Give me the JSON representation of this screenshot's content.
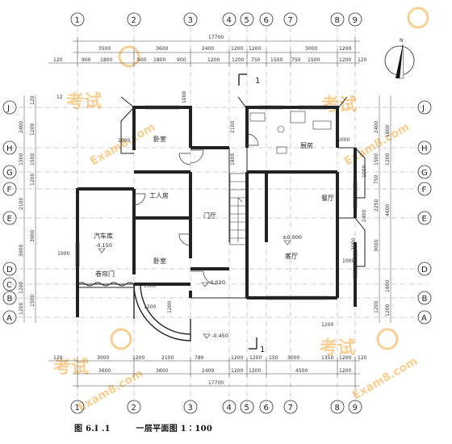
{
  "caption": {
    "fig_no": "图 6.I .1",
    "title": "一层平面图 1∶100"
  },
  "grid_top": [
    "1",
    "2",
    "3",
    "4",
    "5",
    "6",
    "7",
    "8",
    "9"
  ],
  "grid_bottom": [
    "1",
    "2",
    "3",
    "4",
    "5",
    "6",
    "7",
    "8",
    "9"
  ],
  "grid_left": [
    "J",
    "H",
    "G",
    "F",
    "E",
    "D",
    "C",
    "B",
    "A"
  ],
  "grid_right": [
    "J",
    "H",
    "G",
    "F",
    "E",
    "D",
    "B",
    "A"
  ],
  "dims": {
    "top_total": "17700",
    "top_axis": [
      "3500",
      "3600",
      "2400",
      "1200",
      "1200",
      "3000",
      "1200"
    ],
    "top_detail": [
      "120",
      "900",
      "1800",
      "900",
      "1800",
      "900",
      "1200",
      "1200",
      "750",
      "1500",
      "750",
      "1500",
      "1200",
      "120"
    ],
    "bottom_total": "17700",
    "bottom_axis": [
      "3600",
      "3600",
      "2400",
      "1200",
      "1200",
      "4500",
      "1200"
    ],
    "bottom_detail": [
      "120",
      "3000",
      "1200",
      "2100",
      "780",
      "1200",
      "1200",
      "150",
      "3000",
      "1350",
      "1200",
      "120"
    ],
    "left_a": [
      "2400",
      "1500",
      "2100",
      "3900",
      "1200",
      "1200"
    ],
    "left_b": [
      "1200",
      "1500",
      "1200",
      "3900",
      "1500",
      "120"
    ],
    "right_a": [
      "2400",
      "1500",
      "750",
      "2250",
      "3000",
      "1200"
    ],
    "right_b": [
      "1800",
      "1200",
      "4600",
      "1800",
      "1200"
    ],
    "misc": [
      "1000",
      "1000",
      "1000",
      "1000",
      "1500",
      "1200",
      "1200",
      "1200",
      "2100",
      "1800",
      "1000",
      "2400",
      "1000",
      "3000",
      "12"
    ]
  },
  "rooms": {
    "bedroom_top": "卧室",
    "kitchen": "厨房",
    "servant": "工人房",
    "hall": "门厅",
    "dining": "餐厅",
    "living": "客厅",
    "garage": "汽车库",
    "bedroom_bottom": "卧室",
    "garage_door": "卷帘门"
  },
  "levels": {
    "living": "±0.000",
    "garage": "-0.150",
    "entry": "-0.020",
    "outside": "-0.450"
  },
  "section_mark": "1",
  "north_label": "N",
  "watermarks": [
    {
      "text": "考试",
      "color": "#f3b64a"
    },
    {
      "text": "Exam8.com",
      "color": "#f3b64a"
    }
  ]
}
